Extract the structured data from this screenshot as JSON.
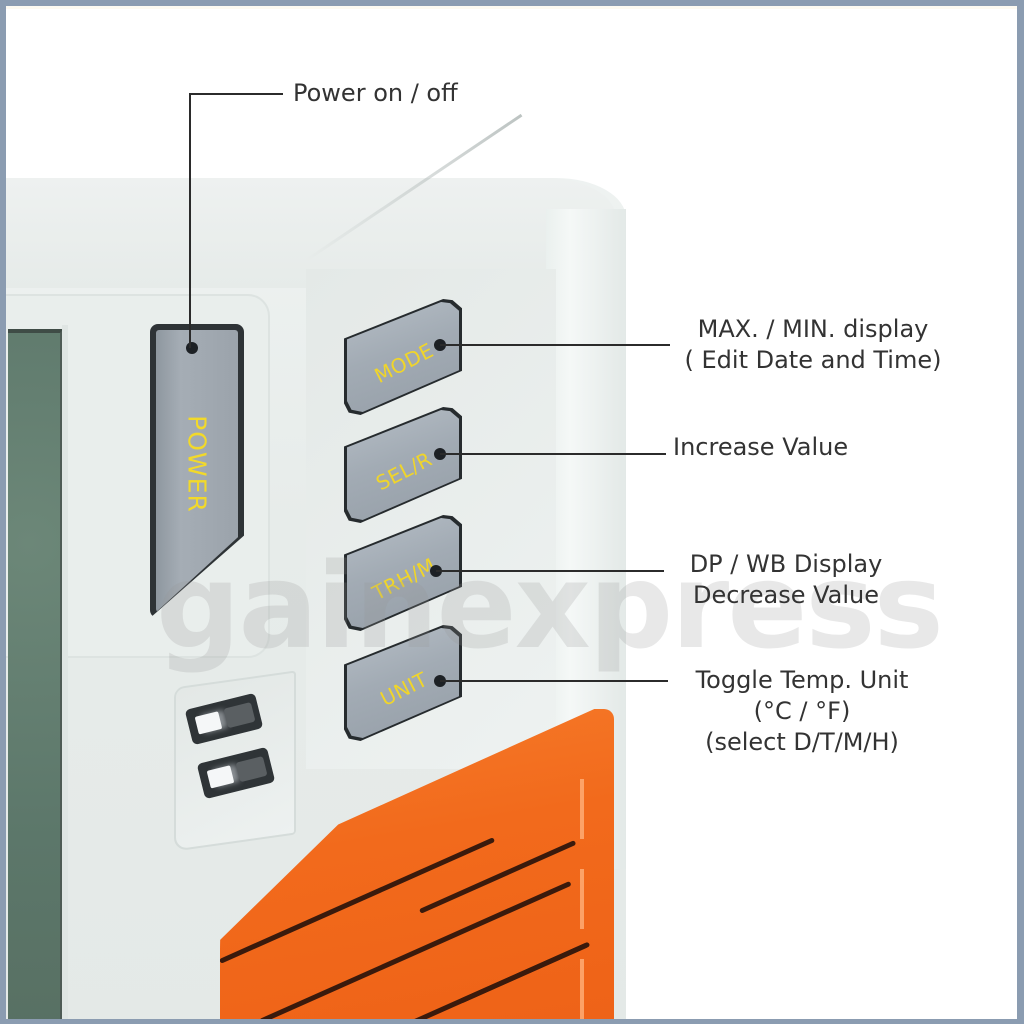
{
  "diagram": {
    "subject": "Thermo-hygrometer button functions",
    "colors": {
      "frame_border": "#8b9cb1",
      "background": "#ffffff",
      "device_body": "#e6ebe9",
      "lcd": "#5f7a6c",
      "button_gray": "#a2abb4",
      "button_text": "#f0d52a",
      "grille_orange": "#f26a1c",
      "leader_line": "#2b2b2b",
      "callout_text": "#333333"
    }
  },
  "device": {
    "buttons": [
      {
        "id": "power",
        "label": "POWER"
      },
      {
        "id": "mode",
        "label": "MODE"
      },
      {
        "id": "sel_r",
        "label": "SEL/R"
      },
      {
        "id": "trh_m",
        "label": "TRH/M"
      },
      {
        "id": "unit",
        "label": "UNIT"
      }
    ],
    "switches": [
      {
        "id": "switch_1"
      },
      {
        "id": "switch_2"
      }
    ]
  },
  "callouts": {
    "power": {
      "lines": [
        "Power on / off"
      ]
    },
    "mode": {
      "lines": [
        "MAX. / MIN. display",
        "( Edit Date and Time)"
      ]
    },
    "sel_r": {
      "lines": [
        "Increase Value"
      ]
    },
    "trh_m": {
      "lines": [
        "DP / WB Display",
        "Decrease Value"
      ]
    },
    "unit": {
      "lines": [
        "Toggle Temp. Unit",
        "(°C / °F)",
        "(select D/T/M/H)"
      ]
    }
  },
  "watermark": {
    "text": "gainexpress"
  }
}
